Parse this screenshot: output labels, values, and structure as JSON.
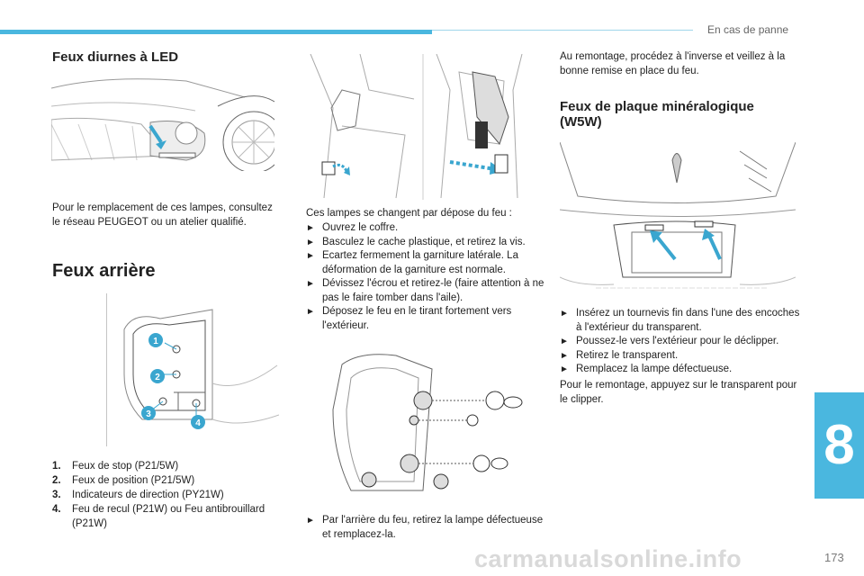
{
  "header": {
    "section": "En cas de panne",
    "page_number": "173",
    "chapter_tab": "8"
  },
  "watermark": "carmanualsonline.info",
  "led": {
    "title": "Feux diurnes à LED",
    "text": "Pour le remplacement de ces lampes, consultez le réseau PEUGEOT ou un atelier qualifié."
  },
  "rear": {
    "title": "Feux arrière",
    "callouts": [
      "1",
      "2",
      "3",
      "4"
    ],
    "items": [
      {
        "num": "1.",
        "text": "Feux de stop (P21/5W)"
      },
      {
        "num": "2.",
        "text": "Feux de position (P21/5W)"
      },
      {
        "num": "3.",
        "text": "Indicateurs de direction (PY21W)"
      },
      {
        "num": "4.",
        "text": "Feu de recul (P21W) ou Feu antibrouillard (P21W)"
      }
    ]
  },
  "middle": {
    "intro": "Ces lampes se changent par dépose du feu :",
    "steps": [
      "Ouvrez le coffre.",
      "Basculez le cache plastique, et retirez la vis.",
      "Ecartez fermement la garniture latérale. La déformation de la garniture est normale.",
      "Dévissez l'écrou et retirez-le (faire attention à ne pas le faire tomber dans l'aile).",
      "Déposez le feu en le tirant fortement vers l'extérieur."
    ],
    "final_step": "Par l'arrière du feu, retirez la lampe défectueuse et remplacez-la."
  },
  "right": {
    "reassembly": "Au remontage, procédez à l'inverse et veillez à la bonne remise en place du feu.",
    "plate_title": "Feux de plaque minéralogique (W5W)",
    "steps": [
      "Insérez un tournevis fin dans l'une des encoches à l'extérieur du transparent.",
      "Poussez-le vers l'extérieur pour le déclipper.",
      "Retirez le transparent.",
      "Remplacez la lampe défectueuse."
    ],
    "closing": "Pour le remontage, appuyez sur le transparent pour le clipper."
  },
  "colors": {
    "accent": "#4ab7df",
    "arrow": "#3aa6cf"
  }
}
